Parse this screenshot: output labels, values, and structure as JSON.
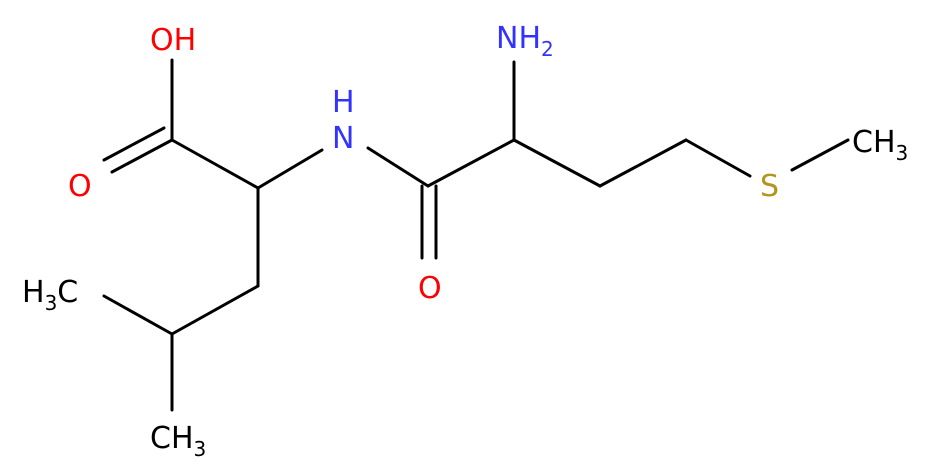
{
  "colors": {
    "bond": "#000000",
    "carbon_label": "#000000",
    "oxygen": "#ff0000",
    "nitrogen": "#3333ff",
    "sulfur": "#b2961e"
  },
  "atoms": {
    "hydroxyl_o": "O",
    "hydroxyl_h": "H",
    "carbonyl_o_acid": "O",
    "amide_n": "N",
    "amide_h": "H",
    "amine_n": "N",
    "amine_h": "H",
    "amine_h_count": "2",
    "carbonyl_o_amide": "O",
    "sulfur": "S",
    "methyl_s_c": "C",
    "methyl_s_h": "H",
    "methyl_s_count": "3",
    "methyl_a_h": "H",
    "methyl_a_count": "3",
    "methyl_a_c": "C",
    "methyl_b_c": "C",
    "methyl_b_h": "H",
    "methyl_b_count": "3"
  }
}
